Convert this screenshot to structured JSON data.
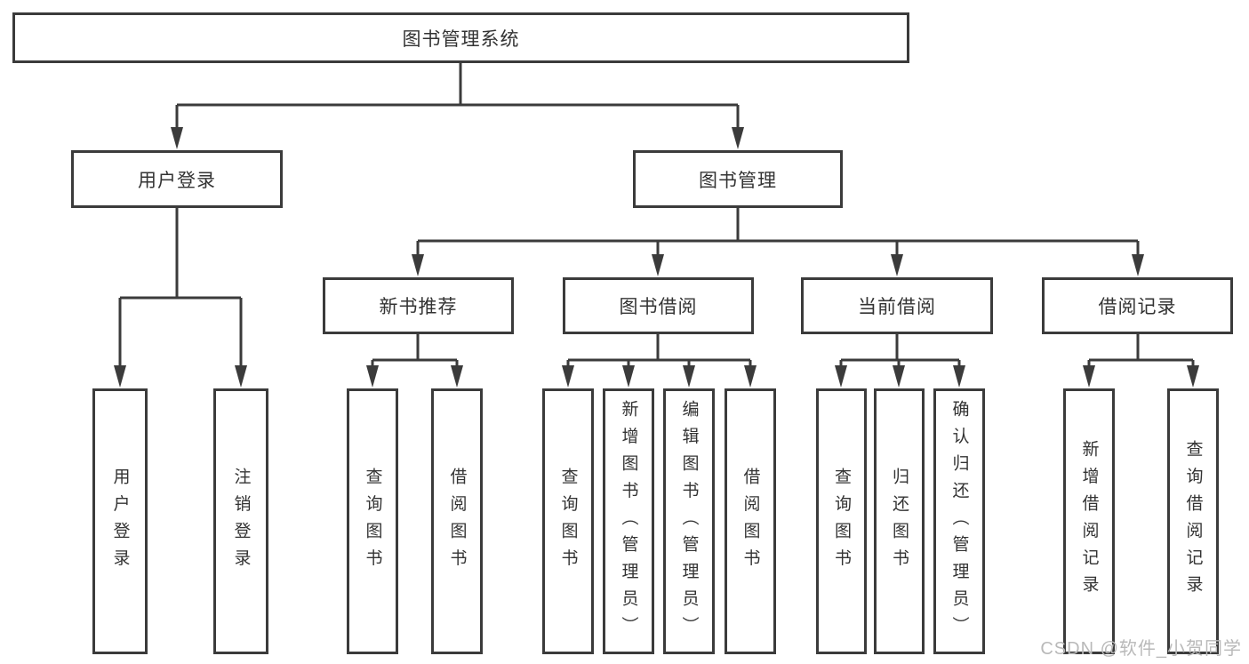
{
  "tree": {
    "root": {
      "label": "图书管理系统"
    },
    "branches": [
      {
        "label": "用户登录",
        "children": [
          {
            "label": "用户登录"
          },
          {
            "label": "注销登录"
          }
        ]
      },
      {
        "label": "图书管理",
        "groups": [
          {
            "label": "新书推荐",
            "children": [
              {
                "label": "查询图书"
              },
              {
                "label": "借阅图书"
              }
            ]
          },
          {
            "label": "图书借阅",
            "children": [
              {
                "label": "查询图书"
              },
              {
                "label": "新增图书（管理员）"
              },
              {
                "label": "编辑图书（管理员）"
              },
              {
                "label": "借阅图书"
              }
            ]
          },
          {
            "label": "当前借阅",
            "children": [
              {
                "label": "查询图书"
              },
              {
                "label": "归还图书"
              },
              {
                "label": "确认归还（管理员）"
              }
            ]
          },
          {
            "label": "借阅记录",
            "children": [
              {
                "label": "新增借阅记录"
              },
              {
                "label": "查询借阅记录"
              }
            ]
          }
        ]
      }
    ]
  },
  "watermark": {
    "text": "CSDN @软件_小贺同学"
  },
  "colors": {
    "line": "#3b3b3b",
    "box_border": "#3b3b3b",
    "text": "#333333",
    "watermark": "#b9b9b9",
    "background": "#ffffff"
  }
}
